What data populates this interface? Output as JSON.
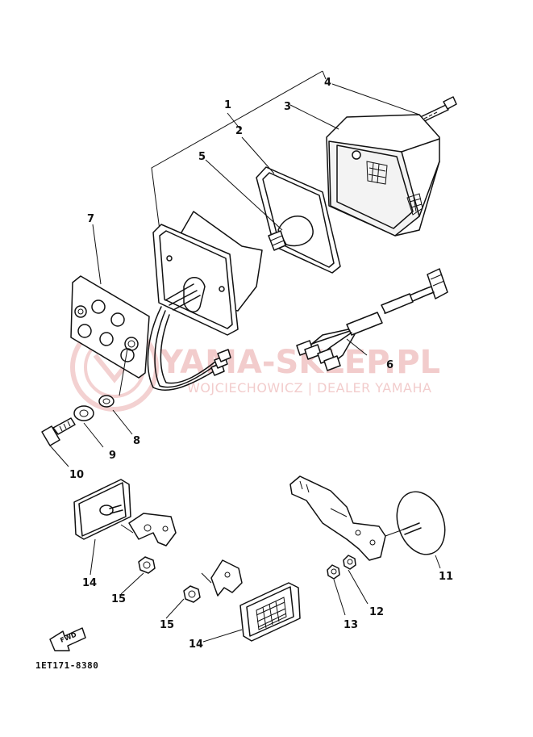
{
  "watermark": {
    "brand": "YAMA-SKLEP.PL",
    "tagline": "WOJCIECHOWICZ | DEALER YAMAHA",
    "color": "#e8a3a3"
  },
  "ref_code": "1ET171-8380",
  "fwd_label": "FWD",
  "parts": [
    {
      "number": "1"
    },
    {
      "number": "2"
    },
    {
      "number": "3"
    },
    {
      "number": "4"
    },
    {
      "number": "5"
    },
    {
      "number": "6"
    },
    {
      "number": "7"
    },
    {
      "number": "8"
    },
    {
      "number": "9"
    },
    {
      "number": "10"
    },
    {
      "number": "11"
    },
    {
      "number": "12"
    },
    {
      "number": "13"
    },
    {
      "number": "14"
    },
    {
      "number": "14"
    },
    {
      "number": "15"
    },
    {
      "number": "15"
    }
  ]
}
